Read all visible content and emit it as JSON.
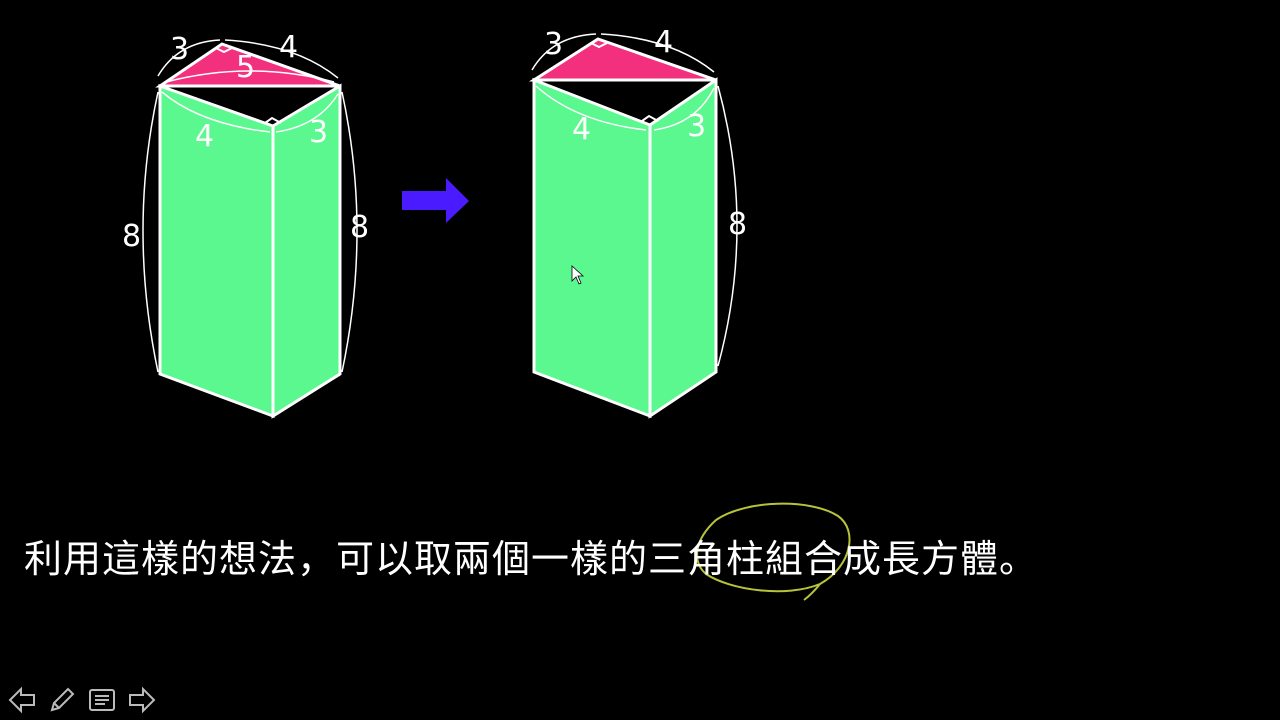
{
  "diagram": {
    "left_prism": {
      "top_labels": [
        "3",
        "4",
        "5"
      ],
      "base_labels": [
        "4",
        "3"
      ],
      "height_labels": [
        "8",
        "8"
      ]
    },
    "right_prism": {
      "top_labels": [
        "3",
        "4"
      ],
      "base_labels": [
        "4",
        "3"
      ],
      "height_label": "8"
    },
    "colors": {
      "face": "#5BF78F",
      "triangle": "#F2307E",
      "arrow": "#4B1BFF",
      "circle": "#B9C33A"
    }
  },
  "caption": {
    "before": "利用這樣的想法，可以取兩個一樣的",
    "highlight": "三角柱",
    "after": "組合成長方體。"
  },
  "toolbar": {
    "icons": [
      "arrow-left-icon",
      "pen-icon",
      "notes-icon",
      "arrow-right-icon"
    ]
  }
}
